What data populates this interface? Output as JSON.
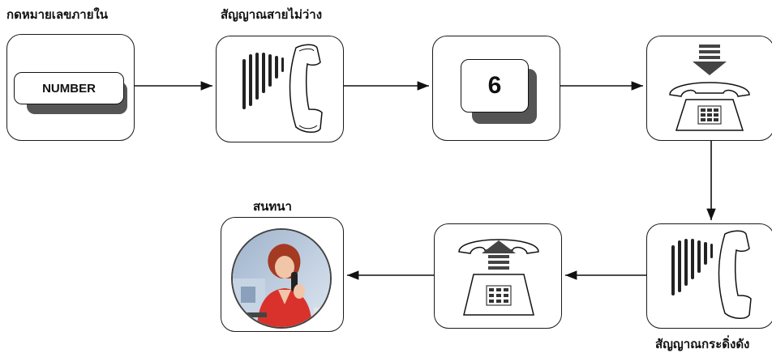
{
  "labels": {
    "dial": "กดหมายเลขภายใน",
    "busy": "สัญญาณสายไม่ว่าง",
    "ring": "สัญญาณกระดิ่งดัง",
    "talk": "สนทนา"
  },
  "buttons": {
    "number": "NUMBER",
    "digit": "6"
  }
}
